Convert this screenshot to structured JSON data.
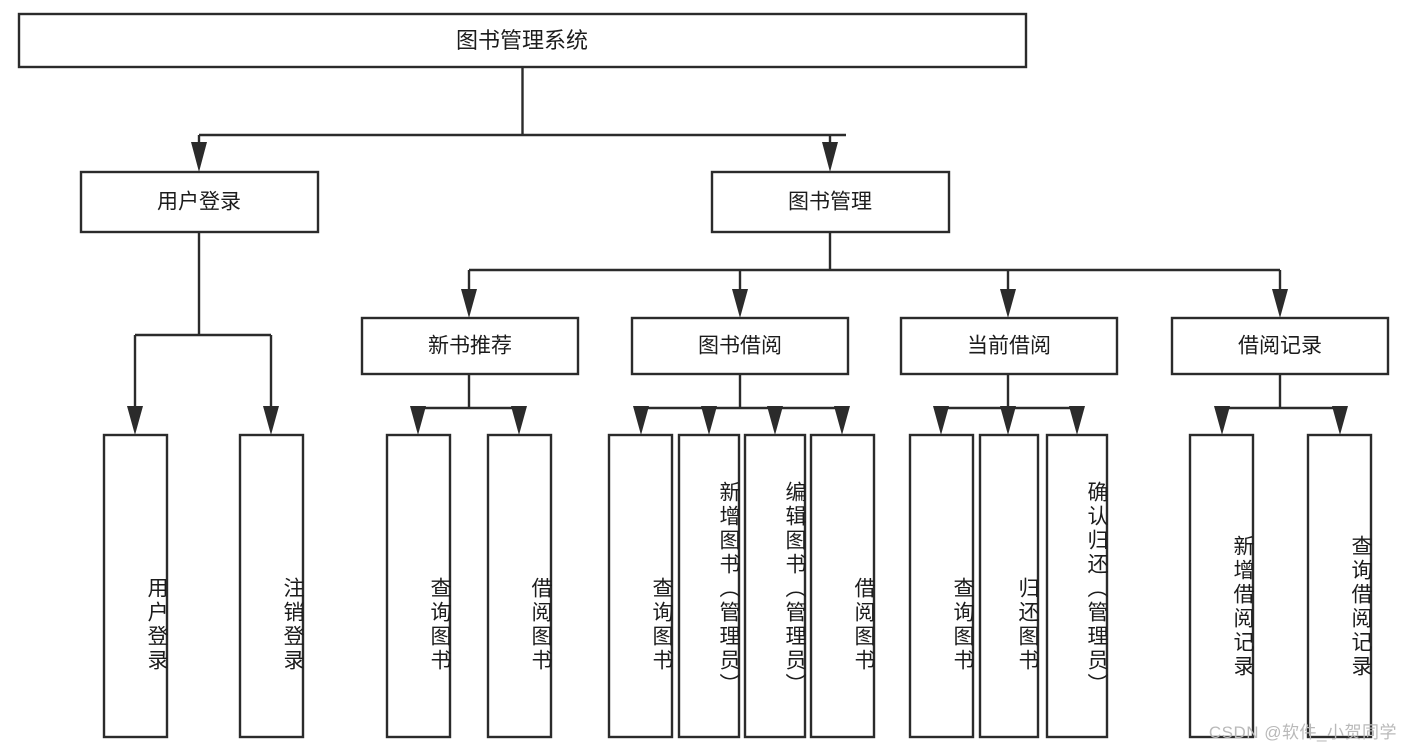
{
  "diagram": {
    "type": "hierarchy-tree",
    "title": "图书管理系统",
    "watermark": "CSDN @软件_小贺同学",
    "colors": {
      "stroke": "#2b2b2b",
      "fill": "#ffffff",
      "text": "#1c1c1c",
      "watermark": "#b9b9b9",
      "background": "#ffffff"
    },
    "levels": {
      "root": "图书管理系统",
      "level2": [
        "用户登录",
        "图书管理"
      ],
      "level3": [
        "新书推荐",
        "图书借阅",
        "当前借阅",
        "借阅记录"
      ]
    },
    "nodes": {
      "root": {
        "label": "图书管理系统",
        "orientation": "horizontal"
      },
      "user_login": {
        "label": "用户登录",
        "orientation": "horizontal"
      },
      "book_manage": {
        "label": "图书管理",
        "orientation": "horizontal"
      },
      "new_book_rec": {
        "label": "新书推荐",
        "orientation": "horizontal"
      },
      "book_borrow": {
        "label": "图书借阅",
        "orientation": "horizontal"
      },
      "current_borrow": {
        "label": "当前借阅",
        "orientation": "horizontal"
      },
      "borrow_record": {
        "label": "借阅记录",
        "orientation": "horizontal"
      },
      "leaf_user_login": {
        "label": "用户登录",
        "orientation": "vertical"
      },
      "leaf_logout": {
        "label": "注销登录",
        "orientation": "vertical"
      },
      "leaf_query_book_1": {
        "label": "查询图书",
        "orientation": "vertical"
      },
      "leaf_borrow_book_1": {
        "label": "借阅图书",
        "orientation": "vertical"
      },
      "leaf_query_book_2": {
        "label": "查询图书",
        "orientation": "vertical"
      },
      "leaf_add_book": {
        "label": "新增图书（管理员）",
        "orientation": "vertical"
      },
      "leaf_edit_book": {
        "label": "编辑图书（管理员）",
        "orientation": "vertical"
      },
      "leaf_borrow_book_2": {
        "label": "借阅图书",
        "orientation": "vertical"
      },
      "leaf_query_book_3": {
        "label": "查询图书",
        "orientation": "vertical"
      },
      "leaf_return_book": {
        "label": "归还图书",
        "orientation": "vertical"
      },
      "leaf_confirm_return": {
        "label": "确认归还（管理员）",
        "orientation": "vertical"
      },
      "leaf_add_record": {
        "label": "新增借阅记录",
        "orientation": "vertical"
      },
      "leaf_query_record": {
        "label": "查询借阅记录",
        "orientation": "vertical"
      }
    },
    "edges": [
      {
        "from": "root",
        "to": "user_login"
      },
      {
        "from": "root",
        "to": "book_manage"
      },
      {
        "from": "user_login",
        "to": "leaf_user_login"
      },
      {
        "from": "user_login",
        "to": "leaf_logout"
      },
      {
        "from": "book_manage",
        "to": "new_book_rec"
      },
      {
        "from": "book_manage",
        "to": "book_borrow"
      },
      {
        "from": "book_manage",
        "to": "current_borrow"
      },
      {
        "from": "book_manage",
        "to": "borrow_record"
      },
      {
        "from": "new_book_rec",
        "to": "leaf_query_book_1"
      },
      {
        "from": "new_book_rec",
        "to": "leaf_borrow_book_1"
      },
      {
        "from": "book_borrow",
        "to": "leaf_query_book_2"
      },
      {
        "from": "book_borrow",
        "to": "leaf_add_book"
      },
      {
        "from": "book_borrow",
        "to": "leaf_edit_book"
      },
      {
        "from": "book_borrow",
        "to": "leaf_borrow_book_2"
      },
      {
        "from": "current_borrow",
        "to": "leaf_query_book_3"
      },
      {
        "from": "current_borrow",
        "to": "leaf_return_book"
      },
      {
        "from": "current_borrow",
        "to": "leaf_confirm_return"
      },
      {
        "from": "borrow_record",
        "to": "leaf_add_record"
      },
      {
        "from": "borrow_record",
        "to": "leaf_query_record"
      }
    ]
  }
}
